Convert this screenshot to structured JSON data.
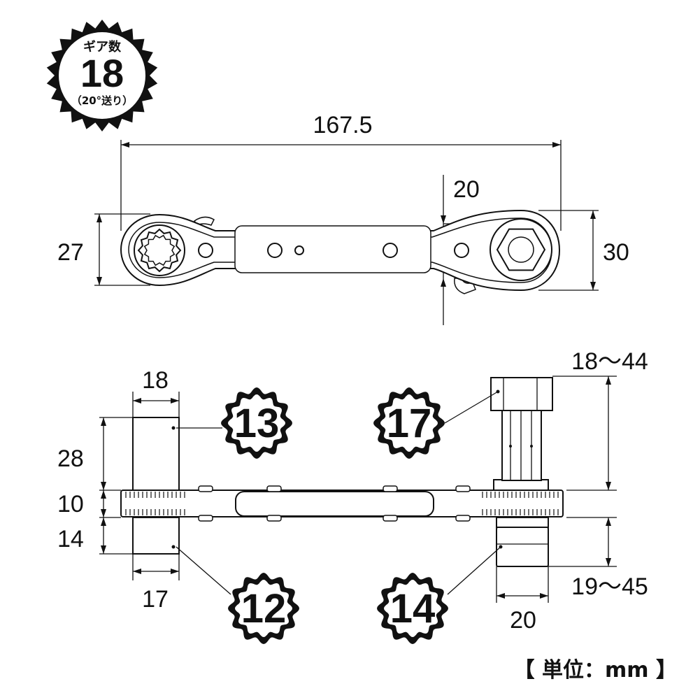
{
  "badge": {
    "top_label": "ギア数",
    "value": "18",
    "bottom_label": "（20°送り）"
  },
  "dimensions": {
    "length": "167.5",
    "right_head_offset": "20",
    "left_head_height": "27",
    "right_head_height": "30",
    "left_socket_width_top": "18",
    "left_socket_height_top": "28",
    "body_thickness": "10",
    "left_socket_height_bottom": "14",
    "left_socket_width_bottom": "17",
    "bolt_range_top": "18～44",
    "bolt_range_bottom": "19～45",
    "right_socket_width_bottom": "20"
  },
  "sockets": {
    "top_left": "13",
    "top_right": "17",
    "bottom_left": "12",
    "bottom_right": "14"
  },
  "unit_label": "【 単位：mm 】",
  "colors": {
    "line": "#111111",
    "fill": "#ffffff",
    "badge_fill": "#111111"
  }
}
